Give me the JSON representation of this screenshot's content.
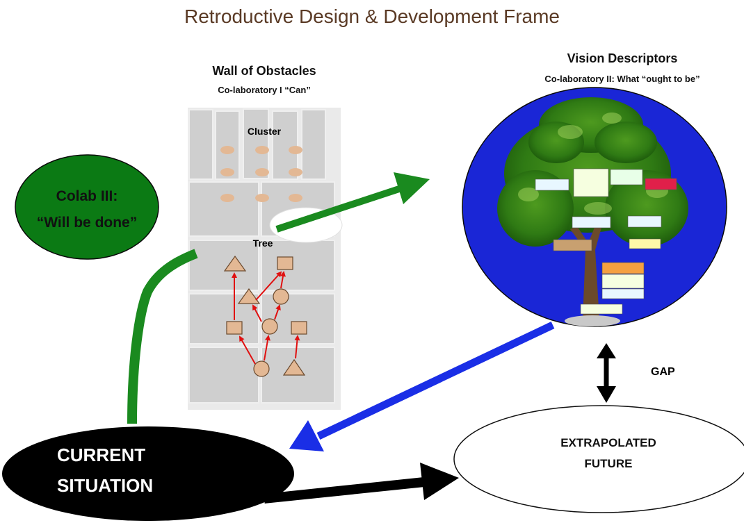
{
  "title": "Retroductive Design & Development Frame",
  "wall": {
    "title": "Wall of Obstacles",
    "subtitle": "Co-laboratory I “Can”",
    "cluster_label": "Cluster",
    "tree_label": "Tree"
  },
  "vision": {
    "title": "Vision Descriptors",
    "subtitle": "Co-laboratory II: What “ought to be”"
  },
  "colab3": {
    "line1": "Colab III:",
    "line2": "“Will be done”"
  },
  "current": {
    "line1": "CURRENT",
    "line2": "SITUATION"
  },
  "future": {
    "line1": "EXTRAPOLATED",
    "line2": "FUTURE"
  },
  "gap": "GAP",
  "colors": {
    "title": "#5a3a25",
    "green_fill": "#0b7a14",
    "green_arrow": "#1a8a1f",
    "blue_fill": "#1a26d6",
    "blue_arrow": "#1a2ee6",
    "shape_fill": "#e3b894",
    "red_arrow": "#e01010"
  }
}
